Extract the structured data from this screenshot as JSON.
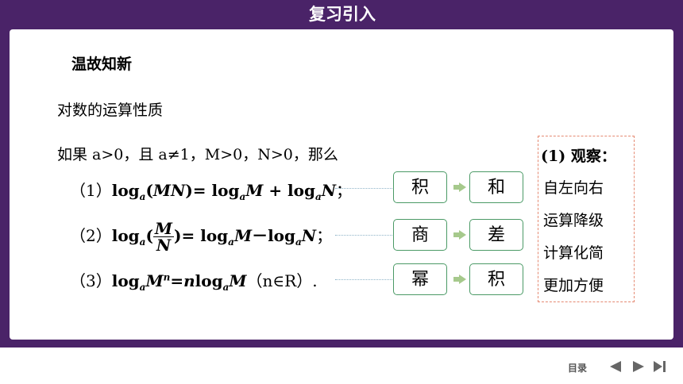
{
  "header": {
    "title": "复习引入"
  },
  "content": {
    "heading": "温故知新",
    "subheading": "对数的运算性质",
    "condition": "如果 a>0，且 a≠1，M>0，N>0，那么",
    "formulas": [
      {
        "label": "（1）",
        "tail": "；"
      },
      {
        "label": "（2）",
        "tail": "；"
      },
      {
        "label": "（3）",
        "tail": "（n∈R）."
      }
    ],
    "map_rows": [
      {
        "from": "积",
        "to": "和"
      },
      {
        "from": "商",
        "to": "差"
      },
      {
        "from": "幂",
        "to": "积"
      }
    ],
    "observation": {
      "title": "(1) 观察：",
      "lines": [
        "自左向右",
        "运算降级",
        "计算化简",
        "更加方便"
      ]
    }
  },
  "nav": {
    "toc": "目录"
  },
  "colors": {
    "frame": "#4a2368",
    "box_border": "#4b9a66",
    "arrow": "#a6c98c",
    "dashed": "#e58a72"
  }
}
